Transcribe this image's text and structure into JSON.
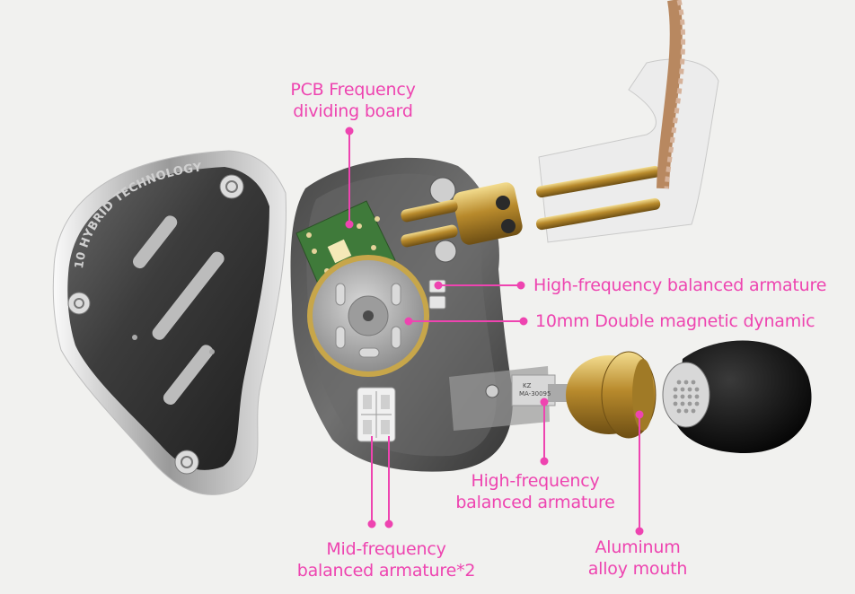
{
  "diagram": {
    "labels": {
      "pcb": {
        "line1": "PCB Frequency",
        "line2": "dividing board"
      },
      "high_freq_ba_top": "High-frequency balanced armature",
      "dynamic_driver": "10mm Double magnetic dynamic",
      "high_freq_ba_bottom": {
        "line1": "High-frequency",
        "line2": "balanced armature"
      },
      "mid_freq_ba": {
        "line1": "Mid-frequency",
        "line2": "balanced armature*2"
      },
      "aluminum_mouth": {
        "line1": "Aluminum",
        "line2": "alloy mouth"
      }
    },
    "faceplate_text": "10 HYBRID TECHNOLOGY",
    "ba_unit_text": {
      "line1": "KZ",
      "line2": "MA-30095"
    },
    "colors": {
      "callout": "#ee44b0",
      "background": "#f1f1ef",
      "faceplate": "#3a3a3a",
      "gold": "#c9a24a",
      "eartip": "#141414"
    }
  }
}
